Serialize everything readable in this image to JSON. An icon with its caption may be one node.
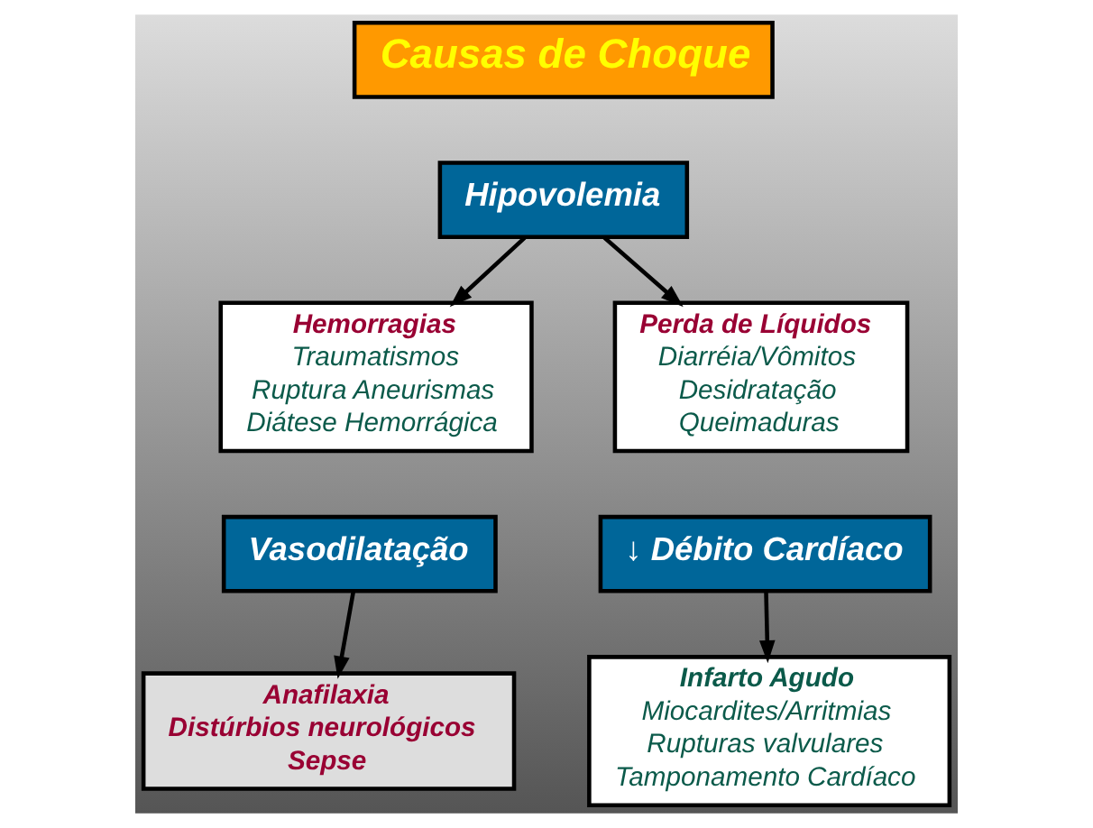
{
  "diagram": {
    "nodes": [
      {
        "text": [
          "Causas de Choque"
        ]
      },
      {
        "text": [
          "Hipovolemia"
        ]
      },
      {
        "text": [
          "Hemorragias",
          "Traumatismos",
          "Ruptura Aneurismas",
          "Diátese Hemorrágica"
        ]
      },
      {
        "text": [
          "Perda de Líquidos",
          "Diarréia/Vômitos",
          "Desidratação",
          "Queimaduras"
        ]
      },
      {
        "text": [
          "Vasodilatação"
        ]
      },
      {
        "text": [
          "↓ Débito Cardíaco"
        ]
      },
      {
        "text": [
          "Anafilaxia",
          "Distúrbios neurológicos",
          "Sepse"
        ]
      },
      {
        "text": [
          "Infarto Agudo",
          "Miocardites/Arritmias",
          "Rupturas valvulares",
          "Tamponamento Cardíaco"
        ]
      }
    ],
    "edges": [
      {
        "from": 1,
        "to": 2,
        "arrow": "to"
      },
      {
        "from": 1,
        "to": 3,
        "arrow": "to"
      },
      {
        "from": 4,
        "to": 6,
        "arrow": "to"
      },
      {
        "from": 5,
        "to": 7,
        "arrow": "to"
      }
    ]
  }
}
